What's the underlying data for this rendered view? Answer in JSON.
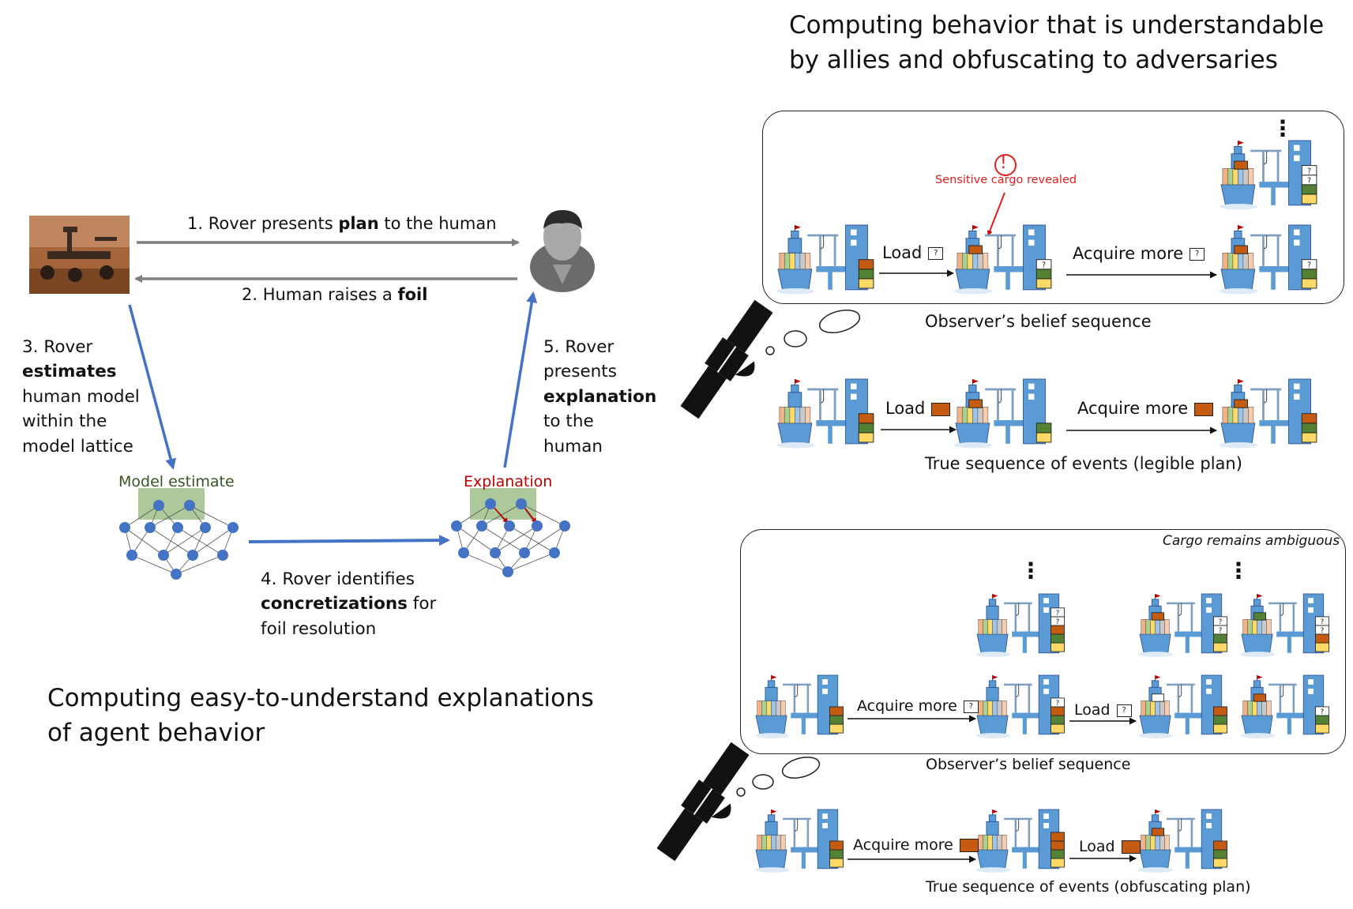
{
  "left": {
    "title_line1": "Computing easy-to-understand explanations",
    "title_line2": "of agent behavior",
    "arrow1": {
      "pre": "1. Rover presents ",
      "bold": "plan",
      "post": " to the human"
    },
    "arrow2": {
      "pre": "2. Human raises a ",
      "bold": "foil"
    },
    "step3": {
      "l1": "3. Rover",
      "bold": "estimates",
      "rest": "human model\nwithin the\nmodel lattice"
    },
    "step4": {
      "l1": "4. Rover identifies",
      "bold": "concretizations",
      "post": " for",
      "l3": "foil resolution"
    },
    "step5": {
      "l1": "5. Rover\npresents",
      "bold": "explanation",
      "rest": "to the\nhuman"
    },
    "model_estimate": "Model estimate",
    "explanation": "Explanation",
    "colors": {
      "arrow_gray": "#7f7f7f",
      "arrow_blue": "#4472c4",
      "node_blue": "#4472c4",
      "box_green": "#9fbe8a",
      "model_estimate_text": "#375623",
      "explanation_text": "#c00000"
    }
  },
  "right": {
    "title_line1": "Computing behavior that is understandable",
    "title_line2": "by allies and obfuscating to adversaries",
    "top": {
      "sensitive": "Sensitive cargo revealed",
      "alert": "!",
      "load": "Load",
      "acquire": "Acquire more",
      "q": "?",
      "dots": "⋮",
      "observer": "Observer’s belief sequence",
      "true_load": "Load",
      "true_acquire": "Acquire more",
      "true_seq": "True sequence of events (legible plan)"
    },
    "bottom": {
      "ambiguous": "Cargo remains ambiguous",
      "acquire": "Acquire more",
      "load": "Load",
      "q": "?",
      "dots": "⋮",
      "observer": "Observer’s belief sequence",
      "true_acquire": "Acquire more",
      "true_load": "Load",
      "true_seq": "True sequence of events (obfuscating plan)"
    },
    "colors": {
      "cargo": "#c55a11",
      "green": "#548235",
      "yellow": "#ffd966",
      "ship": "#5b9bd5",
      "alert": "#e02020"
    }
  }
}
